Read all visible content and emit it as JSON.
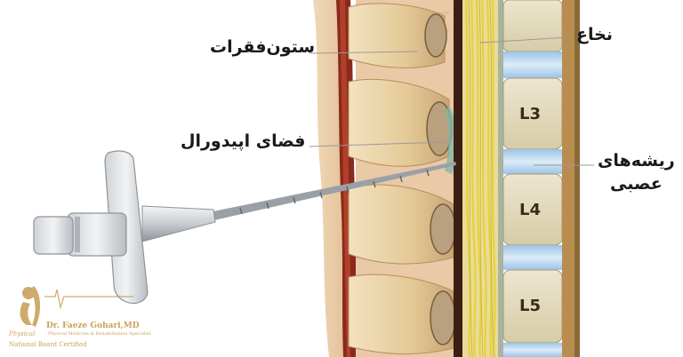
{
  "labels": {
    "spine": "ستون‌فقرات",
    "epidural_space": "فضای اپیدورال",
    "spinal_cord": "نخاع",
    "nerve_roots_line1": "ریشه‌های",
    "nerve_roots_line2": "عصبی"
  },
  "vertebra_labels": [
    "L3",
    "L4",
    "L5"
  ],
  "watermark": {
    "name": "Dr. Faeze Gohari,MD",
    "subtitle": "Physical Medicine & Rehabilitation Specialist",
    "logo_word": "Physical",
    "certification": "National Board Certified"
  },
  "colors": {
    "bone": "#e8d3a8",
    "bone_shadow": "#c9a574",
    "disc": "#b9d6ee",
    "nerve": "#f2e34a",
    "ligament": "#8a2a1e",
    "needle": "#9aa0a6",
    "watermark": "#c9a25a"
  }
}
